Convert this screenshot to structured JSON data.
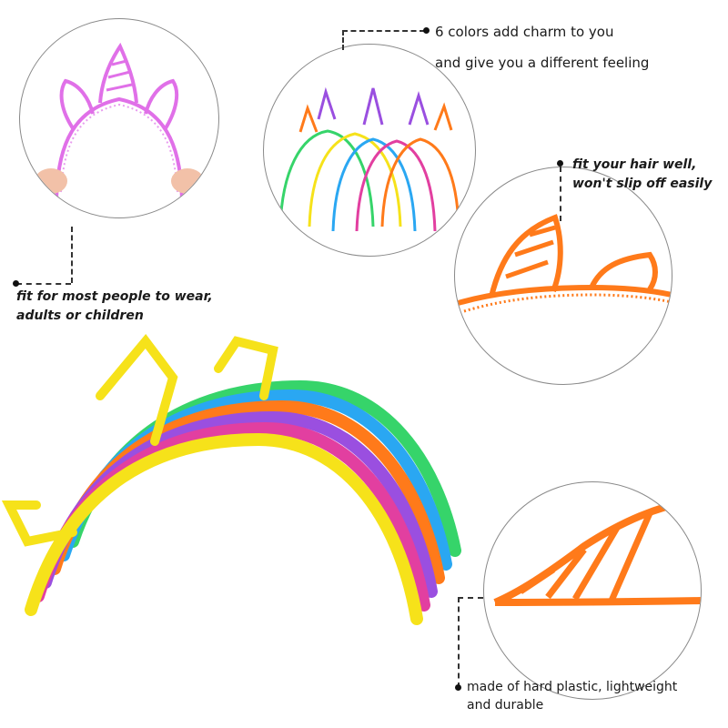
{
  "captions": {
    "colors": [
      "6 colors add charm to you",
      "and give you a different feeling"
    ],
    "fit_people": [
      "fit for most people to wear,",
      "adults or children"
    ],
    "fit_hair": [
      "fit your hair well,",
      "won't slip off easily"
    ],
    "material": [
      "made of hard plastic, lightweight",
      "and durable"
    ]
  },
  "colors": {
    "pink": "#e070e8",
    "orange": "#ff7a1a",
    "yellow": "#f6e21a",
    "green": "#36d46a",
    "blue": "#2aa7f2",
    "magenta": "#e23fa0",
    "purple": "#9a4fe0",
    "skin": "#f2c1a8"
  },
  "icons": [
    "dot-marker-icon",
    "headband-icon",
    "unicorn-horn-icon",
    "hand-icon"
  ]
}
